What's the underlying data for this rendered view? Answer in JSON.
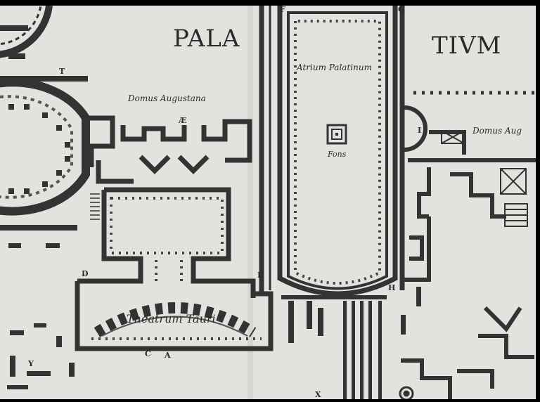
{
  "map": {
    "region_left": "PALA",
    "region_right": "TIVM",
    "buildings": {
      "domus_augustana": "Domus Augustana",
      "domus_aug_right": "Domus Aug",
      "atrium": "Atrium Palatinum",
      "fons": "Fons",
      "theatrum": "Theatrum Tauri"
    },
    "markers": {
      "T": "T",
      "AE": "Æ",
      "F": "F",
      "G": "G",
      "D": "D",
      "E": "E",
      "H": "H",
      "I": "I",
      "A": "A",
      "C": "C",
      "Y": "Y",
      "X": "X"
    }
  }
}
